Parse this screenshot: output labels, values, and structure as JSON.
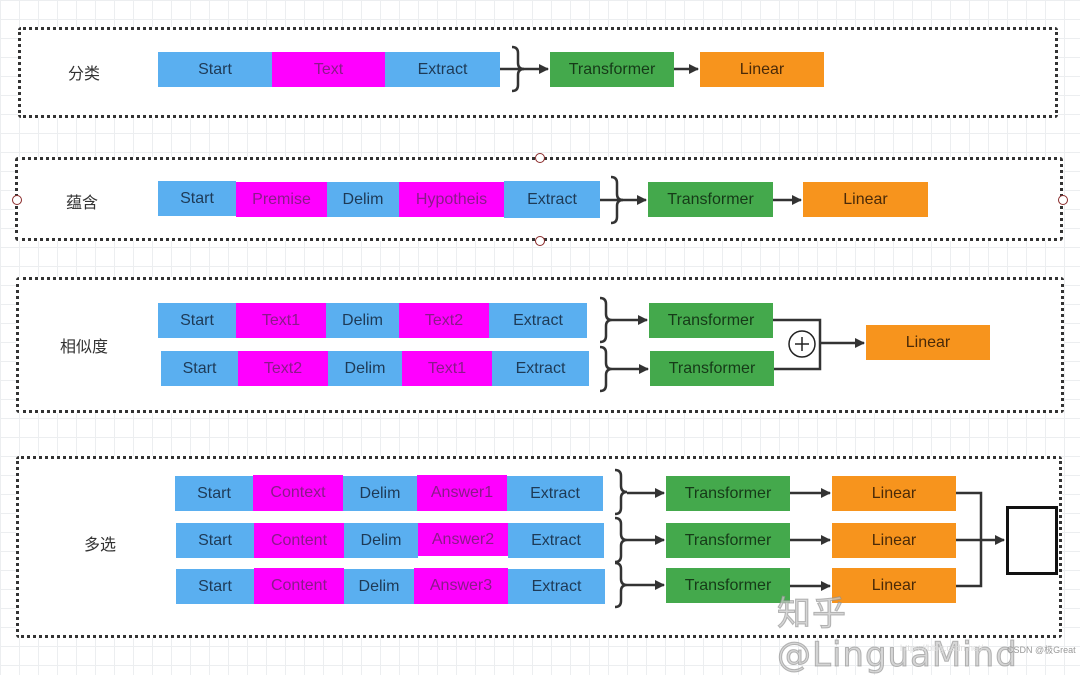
{
  "colors": {
    "special_token": "#5aaff0",
    "text_segment": "#ff00ff",
    "transformer": "#44a94c",
    "linear": "#f7941d"
  },
  "sections": [
    {
      "label": "分类",
      "rows": [
        [
          {
            "text": "Start",
            "kind": "token"
          },
          {
            "text": "Text",
            "kind": "segment"
          },
          {
            "text": "Extract",
            "kind": "token"
          }
        ]
      ],
      "transformer": "Transformer",
      "linear": "Linear"
    },
    {
      "label": "蕴含",
      "rows": [
        [
          {
            "text": "Start",
            "kind": "token"
          },
          {
            "text": "Premise",
            "kind": "segment"
          },
          {
            "text": "Delim",
            "kind": "token"
          },
          {
            "text": "Hypotheis",
            "kind": "segment"
          },
          {
            "text": "Extract",
            "kind": "token"
          }
        ]
      ],
      "transformer": "Transformer",
      "linear": "Linear"
    },
    {
      "label": "相似度",
      "rows": [
        [
          {
            "text": "Start",
            "kind": "token"
          },
          {
            "text": "Text1",
            "kind": "segment"
          },
          {
            "text": "Delim",
            "kind": "token"
          },
          {
            "text": "Text2",
            "kind": "segment"
          },
          {
            "text": "Extract",
            "kind": "token"
          }
        ],
        [
          {
            "text": "Start",
            "kind": "token"
          },
          {
            "text": "Text2",
            "kind": "segment"
          },
          {
            "text": "Delim",
            "kind": "token"
          },
          {
            "text": "Text1",
            "kind": "segment"
          },
          {
            "text": "Extract",
            "kind": "token"
          }
        ]
      ],
      "transformers": [
        "Transformer",
        "Transformer"
      ],
      "combine_symbol": "+",
      "linear": "Linear"
    },
    {
      "label": "多选",
      "rows": [
        [
          {
            "text": "Start",
            "kind": "token"
          },
          {
            "text": "Context",
            "kind": "segment"
          },
          {
            "text": "Delim",
            "kind": "token"
          },
          {
            "text": "Answer1",
            "kind": "segment"
          },
          {
            "text": "Extract",
            "kind": "token"
          }
        ],
        [
          {
            "text": "Start",
            "kind": "token"
          },
          {
            "text": "Content",
            "kind": "segment"
          },
          {
            "text": "Delim",
            "kind": "token"
          },
          {
            "text": "Answer2",
            "kind": "segment"
          },
          {
            "text": "Extract",
            "kind": "token"
          }
        ],
        [
          {
            "text": "Start",
            "kind": "token"
          },
          {
            "text": "Content",
            "kind": "segment"
          },
          {
            "text": "Delim",
            "kind": "token"
          },
          {
            "text": "Answer3",
            "kind": "segment"
          },
          {
            "text": "Extract",
            "kind": "token"
          }
        ]
      ],
      "transformers": [
        "Transformer",
        "Transformer",
        "Transformer"
      ],
      "linears": [
        "Linear",
        "Linear",
        "Linear"
      ],
      "output_box": ""
    }
  ],
  "watermark": {
    "main": "知乎 @LinguaMind",
    "csdn": "CSDN @极Great",
    "url": "https://blog.csdn.net/..."
  }
}
